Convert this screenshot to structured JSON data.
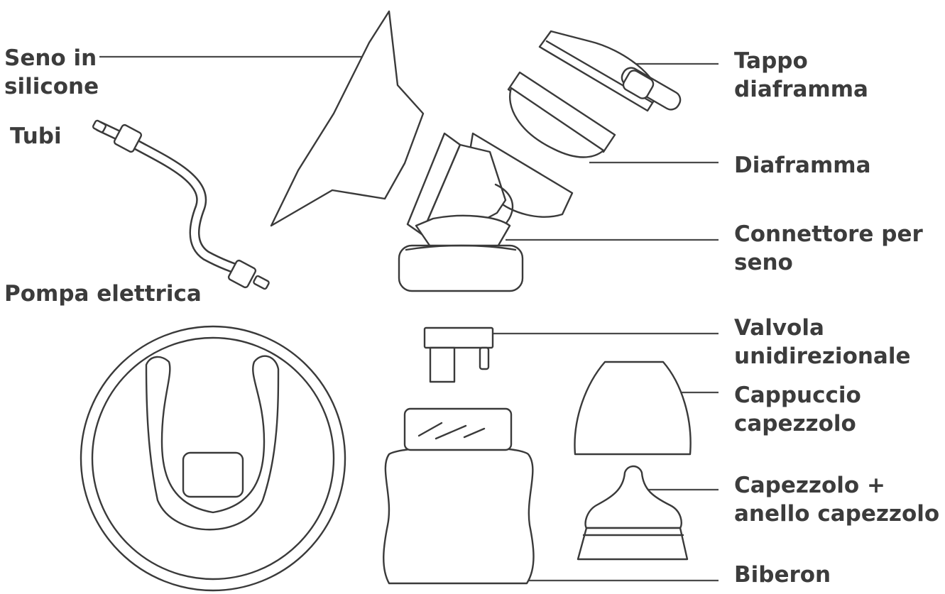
{
  "labels": {
    "silicone_breast": [
      "Seno in",
      "silicone"
    ],
    "tubing": "Tubi",
    "electric_pump": "Pompa elettrica",
    "diaphragm_cap": [
      "Tappo",
      "diaframma"
    ],
    "diaphragm": "Diaframma",
    "breast_connector": [
      "Connettore per",
      "seno"
    ],
    "one_way_valve": [
      "Valvola",
      "unidirezionale"
    ],
    "nipple_cap": [
      "Cappuccio",
      "capezzolo"
    ],
    "nipple_ring": [
      "Capezzolo +",
      "anello capezzolo"
    ],
    "bottle": "Biberon"
  },
  "colors": {
    "line": "#3a3a3a",
    "text": "#3c3c3c",
    "background": "#ffffff"
  }
}
